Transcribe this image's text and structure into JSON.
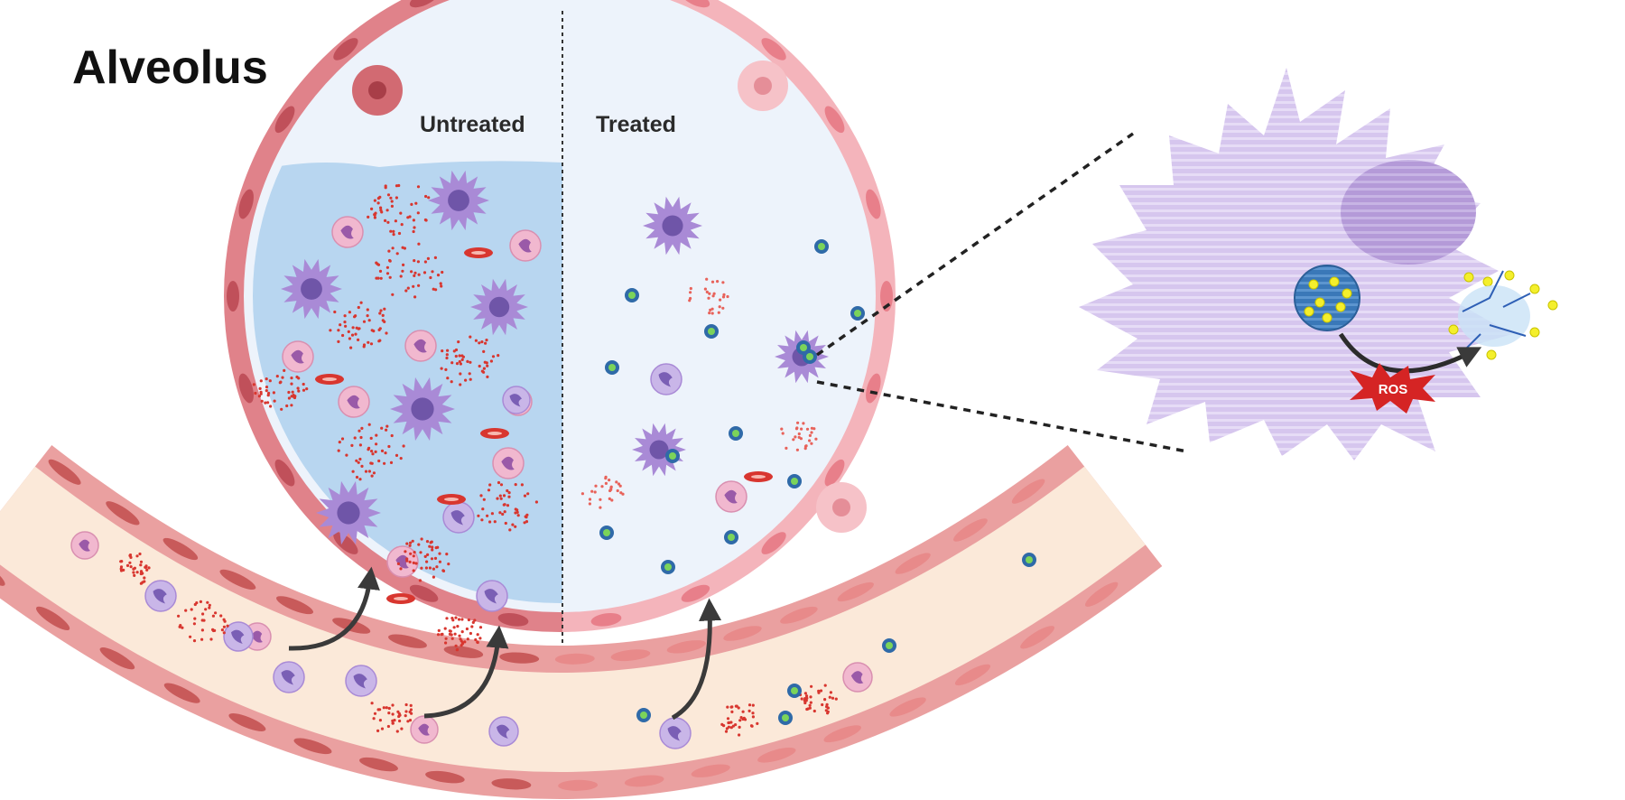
{
  "labels": {
    "title": "Alveolus",
    "untreated": "Untreated",
    "treated": "Treated",
    "ros": "ROS"
  },
  "colors": {
    "alveolus_wall": "#e0828a",
    "alveolus_wall_treated": "#f4b4bb",
    "edema_fluid": "#b8d6f0",
    "air_space": "#edf3fb",
    "vessel_lumen": "#fbe9d9",
    "macrophage": "#a98ad6",
    "macrophage_nucleus": "#6f55a8",
    "neutrophil": "#f1b8cf",
    "cytokine_dots": "#d8362f",
    "nanoparticle": "#2f6aa8",
    "nanoparticle_core": "#7bd45a",
    "zoom_cell": "#d4c2ee",
    "ros_burst": "#d52424",
    "cargo": "#f4ef2c"
  },
  "icons": [
    "macrophage-icon",
    "neutrophil-icon",
    "red-blood-cell-icon",
    "nanoparticle-icon",
    "cytokine-cluster-icon",
    "migration-arrow-icon",
    "ros-burst-icon"
  ]
}
